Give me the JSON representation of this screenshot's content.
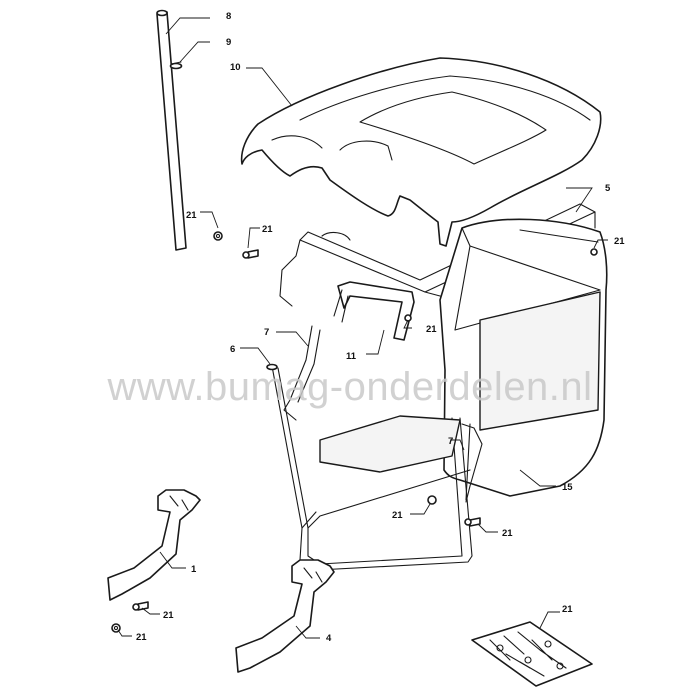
{
  "watermark": "www.bumag-onderdelen.nl",
  "callouts": [
    "8",
    "9",
    "10",
    "5",
    "21",
    "6",
    "7",
    "11",
    "15",
    "1",
    "4"
  ]
}
